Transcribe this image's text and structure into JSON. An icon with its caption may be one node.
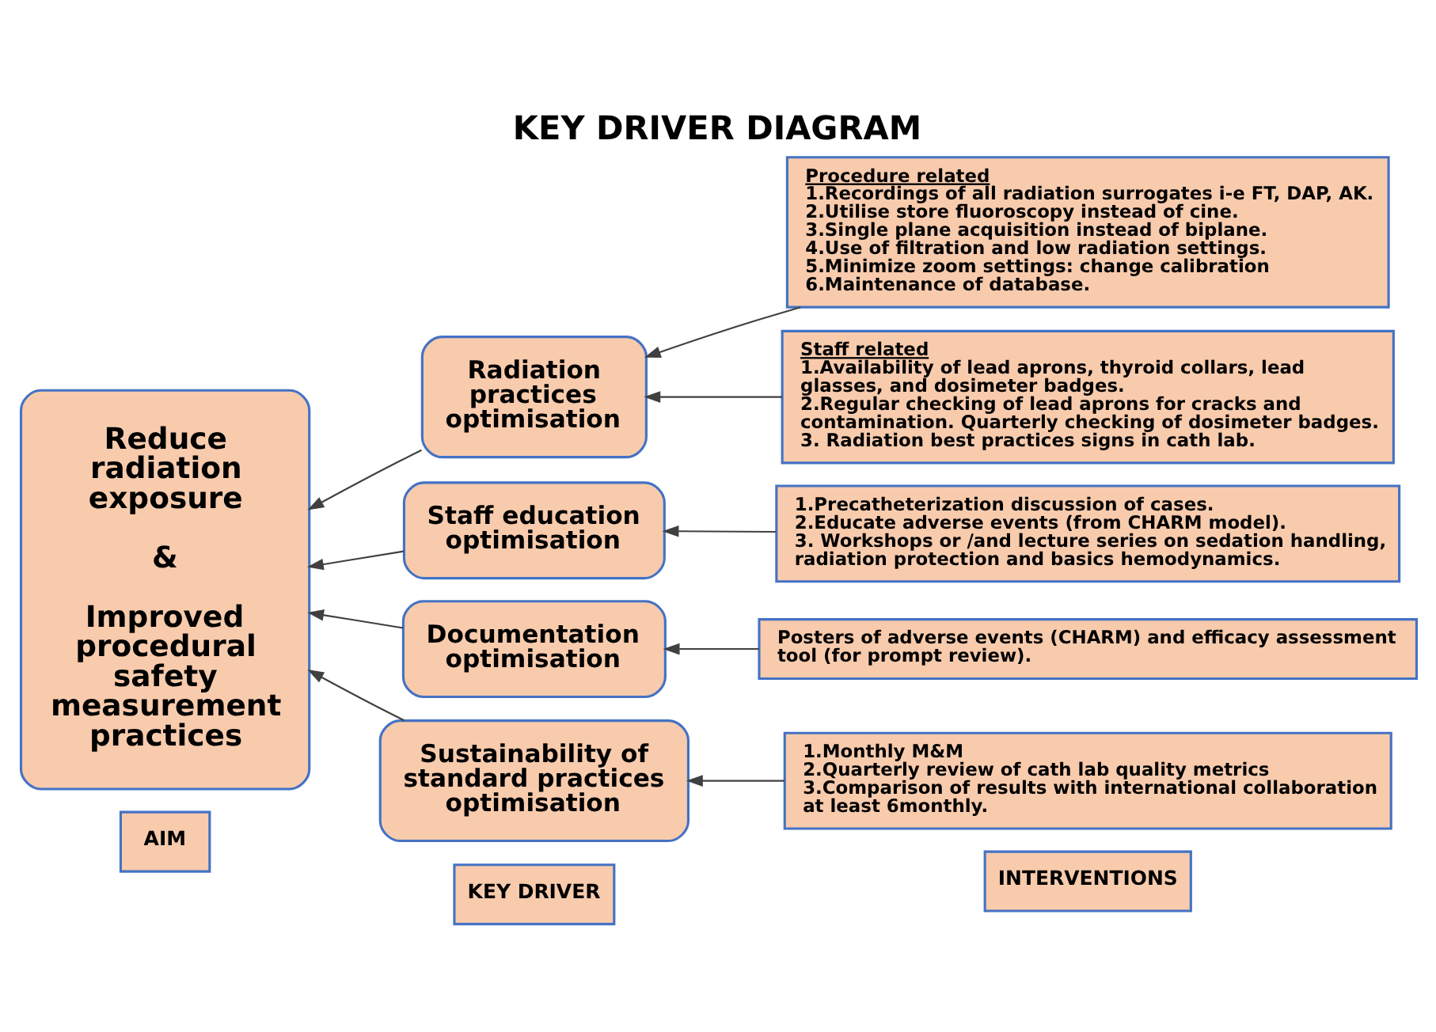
{
  "diagram": {
    "title": "KEY DRIVER DIAGRAM",
    "nodes": [
      {
        "text": [
          "AIM"
        ]
      },
      {
        "text": [
          "KEY DRIVER"
        ]
      },
      {
        "text": [
          "INTERVENTIONS"
        ]
      },
      {
        "text": [
          "Reduce radiation exposure",
          "&",
          "Improved procedural safety measurement practices"
        ]
      },
      {
        "text": [
          "Radiation practices optimisation"
        ]
      },
      {
        "text": [
          "Staff education optimisation"
        ]
      },
      {
        "text": [
          "Documentation optimisation"
        ]
      },
      {
        "text": [
          "Sustainability of standard practices optimisation"
        ]
      },
      {
        "text": [
          "Procedure related",
          "1.Recordings of all radiation surrogates i-e FT, DAP, AK.",
          "2.Utilise store fluoroscopy instead of cine.",
          "3.Single plane acquisition instead of biplane.",
          "4.Use of filtration and low radiation settings.",
          "5.Minimize zoom settings: change calibration",
          "6.Maintenance of database."
        ]
      },
      {
        "text": [
          "Staff related",
          "1.Availability of lead aprons, thyroid collars, lead glasses, and dosimeter badges.",
          "2.Regular checking of lead aprons for cracks and contamination. Quarterly checking of dosimeter badges.",
          "3. Radiation best practices signs in cath lab."
        ]
      },
      {
        "text": [
          "1.Precatheterization discussion of cases.",
          "2.Educate adverse events (from CHARM model).",
          "3. Workshops or /and lecture series on sedation handling, radiation protection and basics hemodynamics."
        ]
      },
      {
        "text": [
          "Posters of adverse events (CHARM) and efficacy assessment tool (for prompt review)."
        ]
      },
      {
        "text": [
          "1.Monthly M&M",
          "2.Quarterly review of cath lab quality metrics",
          "3.Comparison of results with international collaboration at least 6monthly."
        ]
      }
    ],
    "edges": [
      {
        "from": 4,
        "to": 3,
        "arrow": "to"
      },
      {
        "from": 5,
        "to": 3,
        "arrow": "to"
      },
      {
        "from": 6,
        "to": 3,
        "arrow": "to"
      },
      {
        "from": 7,
        "to": 3,
        "arrow": "to"
      },
      {
        "from": 8,
        "to": 4,
        "arrow": "to"
      },
      {
        "from": 9,
        "to": 4,
        "arrow": "to"
      },
      {
        "from": 10,
        "to": 5,
        "arrow": "to"
      },
      {
        "from": 11,
        "to": 6,
        "arrow": "to"
      },
      {
        "from": 12,
        "to": 7,
        "arrow": "to"
      }
    ]
  }
}
